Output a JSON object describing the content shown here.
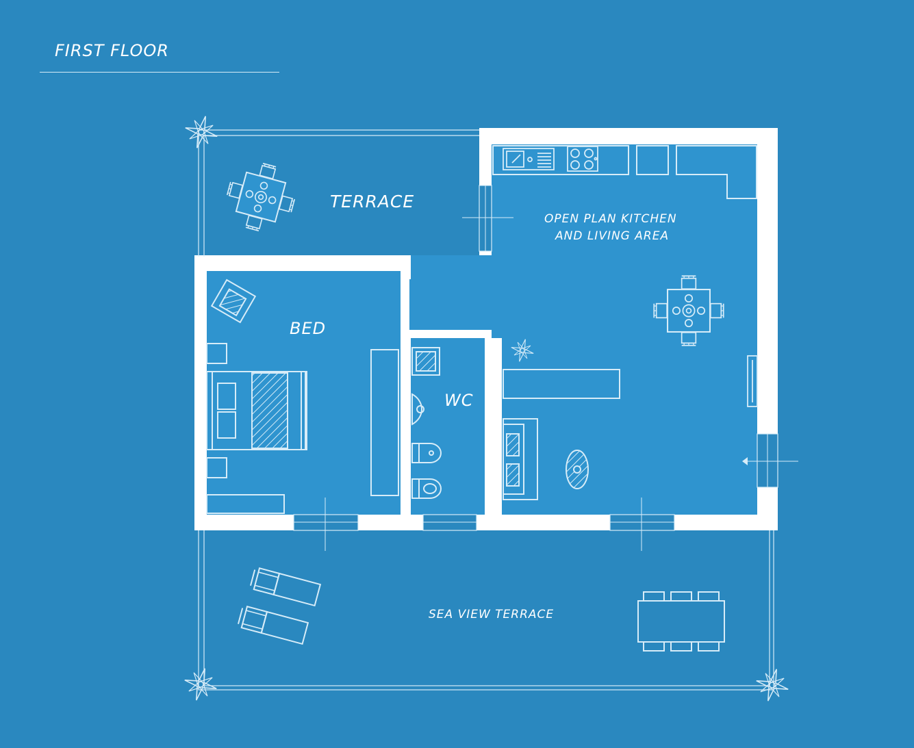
{
  "page": {
    "title": "FIRST FLOOR"
  },
  "rooms": {
    "terrace": "TERRACE",
    "kitchen_line1": "OPEN PLAN KITCHEN",
    "kitchen_line2": "AND LIVING AREA",
    "bed": "BED",
    "wc": "WC",
    "sea_view_terrace": "SEA VIEW TERRACE"
  },
  "colors": {
    "background": "#2a88bf",
    "interior": "#2f94cf",
    "wall": "#ffffff",
    "line": "#d7ecf8"
  },
  "icons": [
    "compass-rose-icon",
    "dining-table-icon",
    "double-bed-icon",
    "armchair-icon",
    "sofa-icon",
    "sun-lounger-icon",
    "toilet-icon",
    "bidet-icon",
    "sink-icon",
    "shower-icon",
    "cooktop-icon",
    "kitchen-sink-icon",
    "entrance-arrow-icon"
  ]
}
